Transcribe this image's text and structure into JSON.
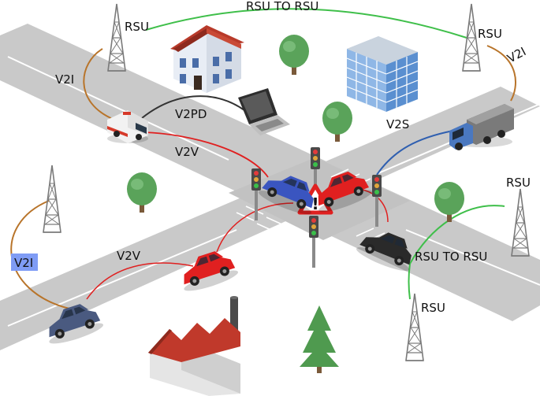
{
  "diagram": {
    "labels": {
      "rsu_top_left": "RSU",
      "rsu_top_right": "RSU",
      "rsu_right": "RSU",
      "rsu_bottom_right": "RSU",
      "rsu_to_rsu_top": "RSU TO RSU",
      "rsu_to_rsu_bottom": "RSU TO RSU",
      "v2i_top_left": "V2I",
      "v2i_top_right": "V2I",
      "v2i_left": "V2I",
      "v2pd": "V2PD",
      "v2v_top": "V2V",
      "v2v_bottom": "V2V",
      "v2s": "V2S",
      "warning_symbol": "!"
    },
    "colors": {
      "road": "#c9c9c9",
      "road_edge": "#b4b4b4",
      "lane_marking": "#ffffff",
      "v2i_link": "#b8742a",
      "rsu_link": "#3fbf4a",
      "v2v_link": "#e02020",
      "v2pd_link": "#333333",
      "v2s_link": "#2f5fb0",
      "highlight_label": "#7f9cf5",
      "tree": "#5aa35a",
      "tree_trunk": "#7a5a3a"
    }
  }
}
